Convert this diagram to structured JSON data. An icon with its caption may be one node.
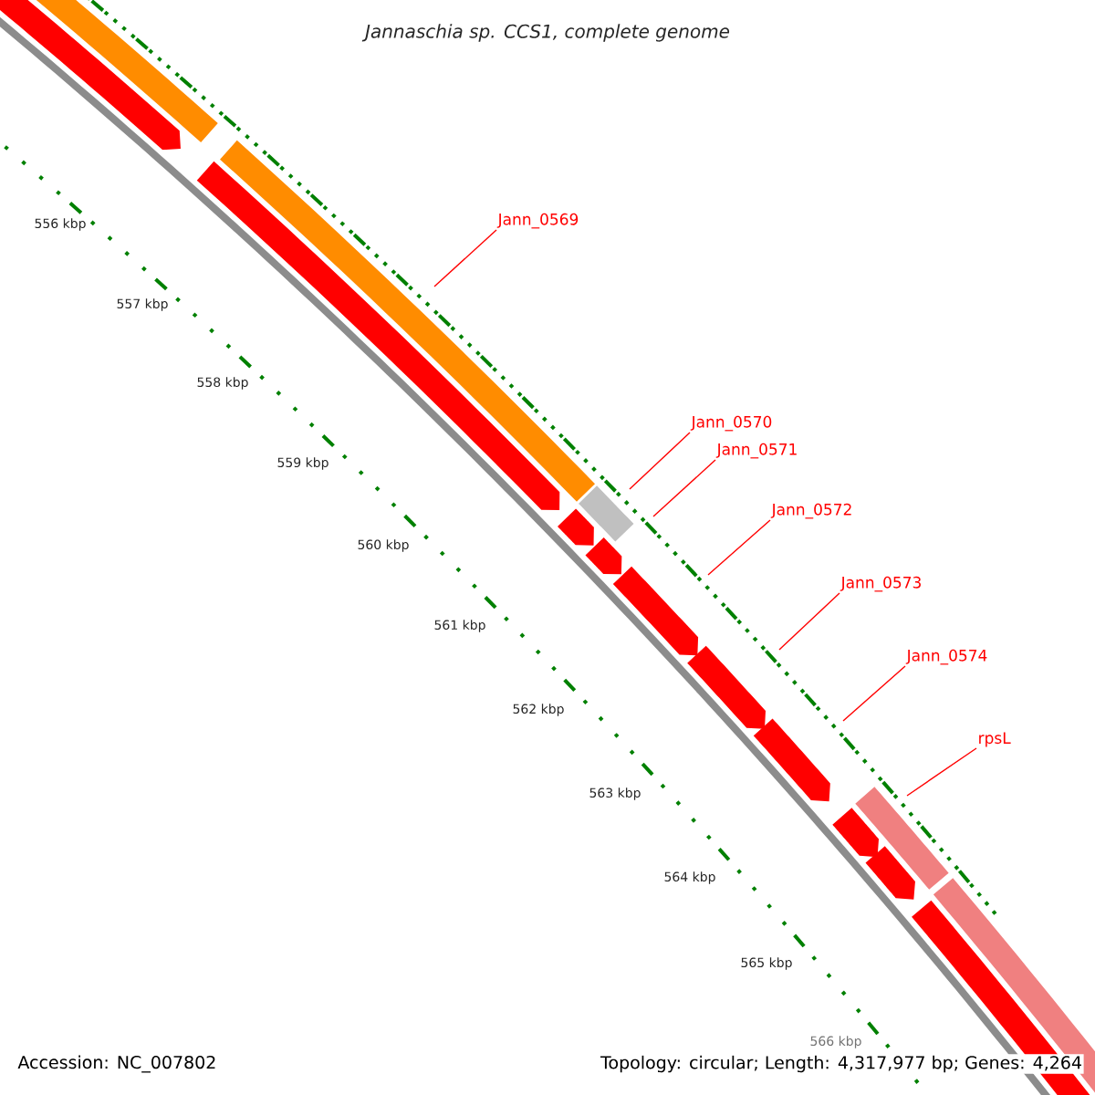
{
  "diagram": {
    "title": "Jannaschia sp. CCS1, complete genome",
    "nodes": [
      {
        "text": [
          "Jann_0569"
        ]
      },
      {
        "text": [
          "Jann_0570"
        ]
      },
      {
        "text": [
          "Jann_0571"
        ]
      },
      {
        "text": [
          "Jann_0572"
        ]
      },
      {
        "text": [
          "Jann_0573"
        ]
      },
      {
        "text": [
          "Jann_0574"
        ]
      },
      {
        "text": [
          "rpsL"
        ]
      }
    ],
    "edges": [
      {
        "from": 0,
        "to": null,
        "arrow": "none"
      },
      {
        "from": 1,
        "to": null,
        "arrow": "none"
      },
      {
        "from": 2,
        "to": null,
        "arrow": "none"
      },
      {
        "from": 3,
        "to": null,
        "arrow": "none"
      },
      {
        "from": 4,
        "to": null,
        "arrow": "none"
      },
      {
        "from": 5,
        "to": null,
        "arrow": "none"
      },
      {
        "from": 6,
        "to": null,
        "arrow": "none"
      }
    ],
    "labels": [
      "556 kbp",
      "557 kbp",
      "558 kbp",
      "559 kbp",
      "560 kbp",
      "561 kbp",
      "562 kbp",
      "563 kbp",
      "564 kbp",
      "565 kbp",
      "566 kbp",
      "Accession: NC_007802",
      "Topology: circular; Length: 4,317,977 bp; Genes: 4,264"
    ]
  }
}
